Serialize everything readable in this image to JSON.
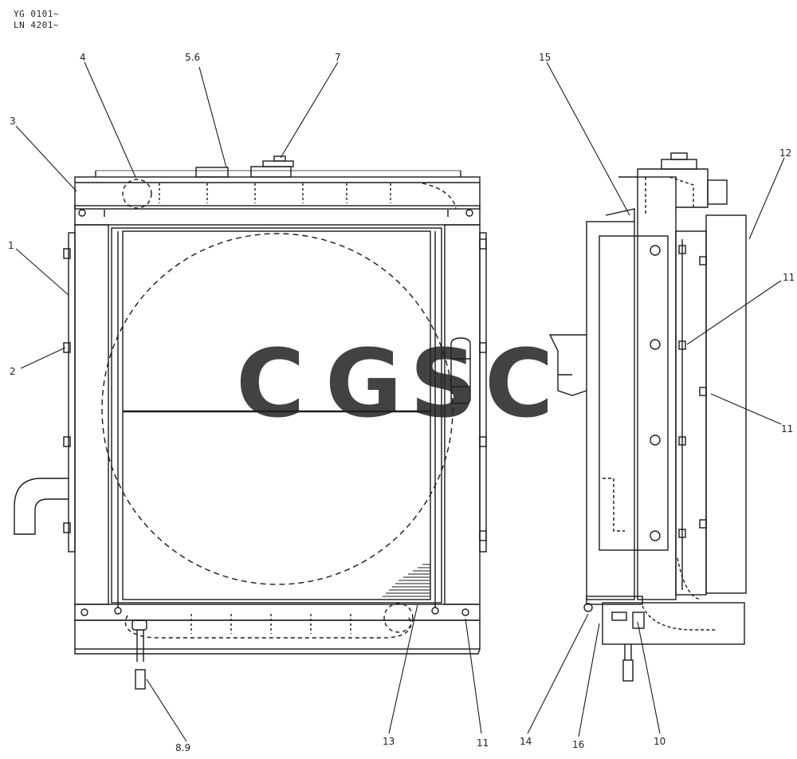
{
  "header": {
    "line1": "YG 0101~",
    "line2": "LN 4201~"
  },
  "callouts": {
    "c1": "1",
    "c2": "2",
    "c3": "3",
    "c4": "4",
    "c56": "5.6",
    "c7": "7",
    "c89": "8.9",
    "c13": "13",
    "c11_front": "11",
    "c15": "15",
    "c12": "12",
    "c11_side_upper": "11",
    "c11_side_lower": "11",
    "c14": "14",
    "c16": "16",
    "c10": "10"
  },
  "watermark": {
    "letters": [
      "C",
      "G",
      "S",
      "C"
    ],
    "colors": [
      "#4f8ef7",
      "#ef6f67",
      "#f6cf4a",
      "#3eaa78"
    ]
  },
  "colors": {
    "line": "#1a1a1a",
    "background": "#ffffff"
  }
}
